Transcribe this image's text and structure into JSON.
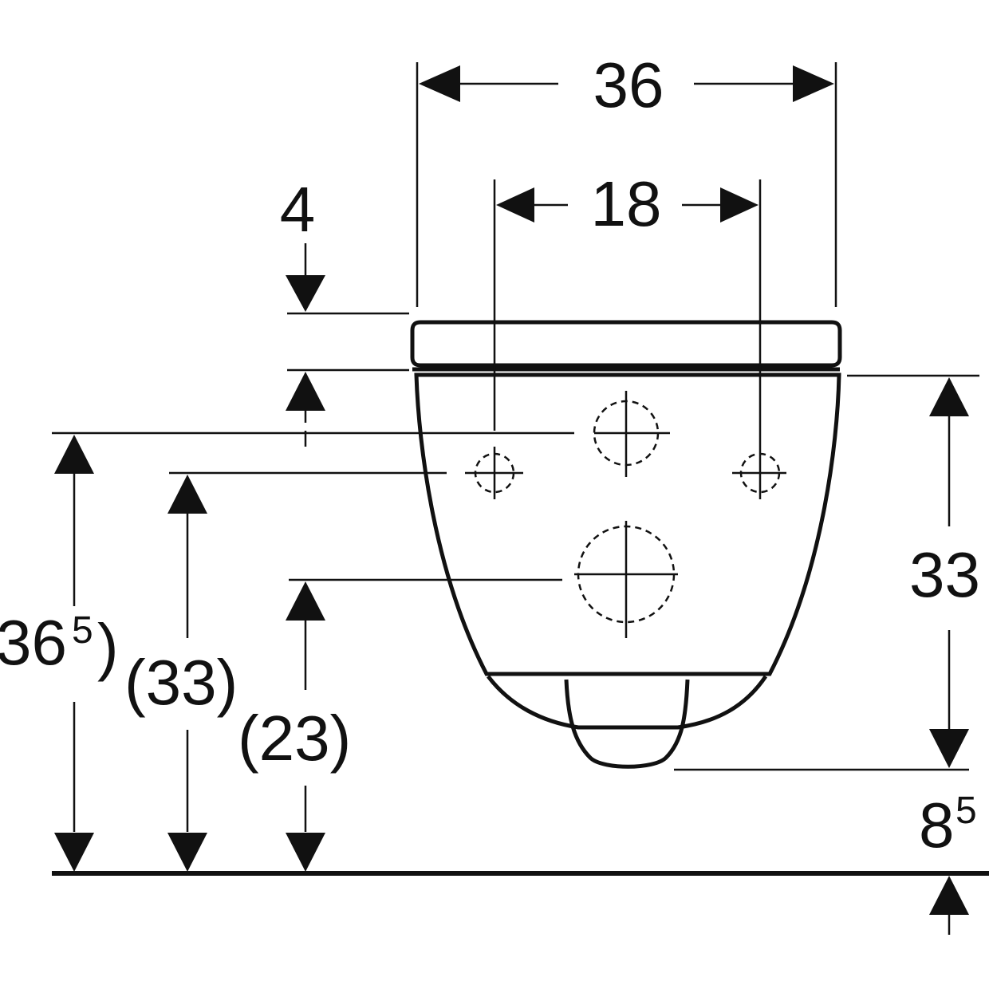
{
  "dimensions": {
    "overall_width": "36",
    "mounting_spacing": "18",
    "seat_thickness": "4",
    "bowl_height": "33",
    "outlet_offset": "8",
    "outlet_offset_sup": "5",
    "height_left_outer": "36",
    "height_left_outer_sup": "5",
    "height_left_outer_close": ")",
    "height_left_middle": "(33)",
    "height_left_inner": "(23)"
  },
  "colors": {
    "line": "#111111",
    "background": "#ffffff"
  }
}
